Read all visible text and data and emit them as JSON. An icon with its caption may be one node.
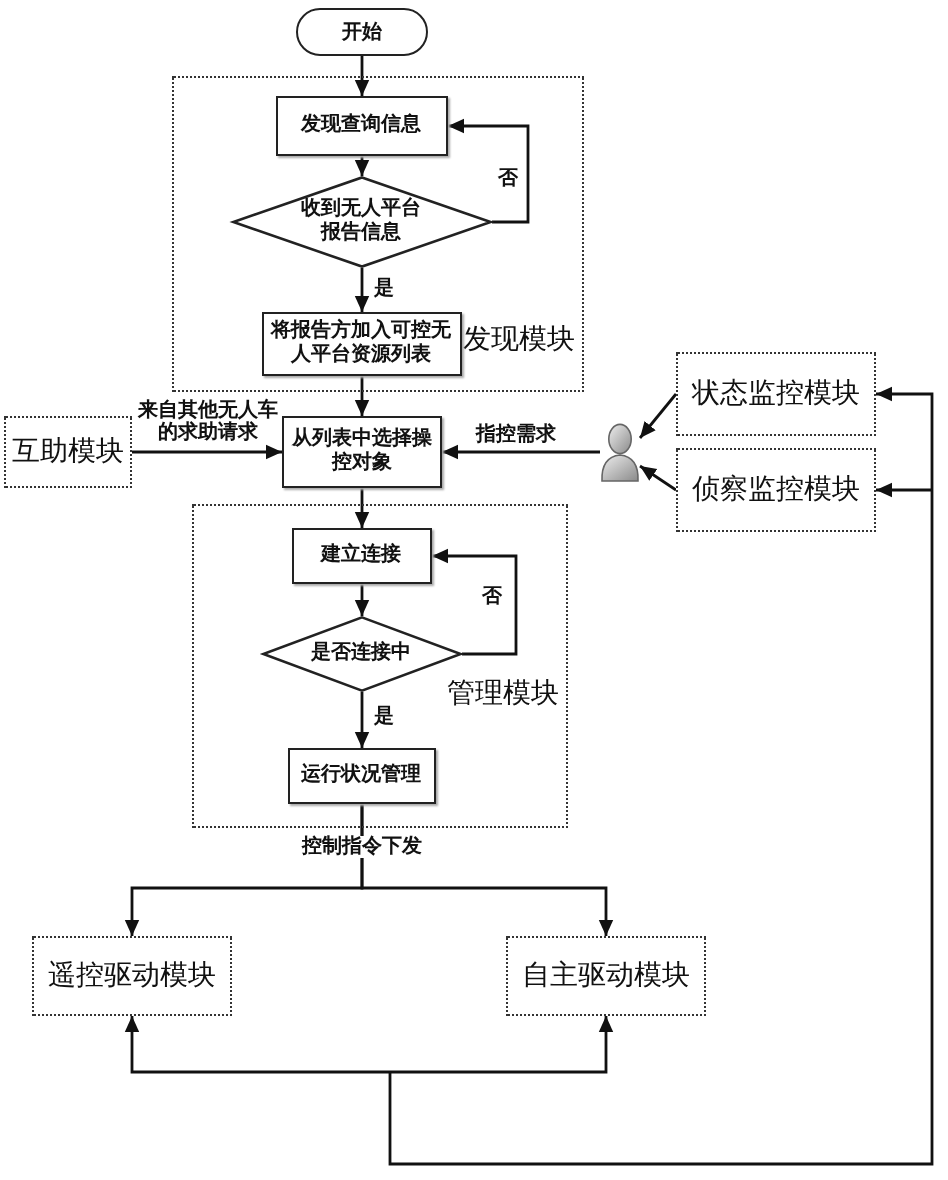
{
  "diagram": {
    "nodes": [
      {
        "text": [
          "开始"
        ]
      },
      {
        "text": [
          "发现模块"
        ]
      },
      {
        "text": [
          "发现查询信息"
        ],
        "in": 1
      },
      {
        "text": [
          "收到无人平台报告信息"
        ],
        "in": 1
      },
      {
        "text": [
          "将报告方加入可控无人平台资源列表"
        ],
        "in": 1
      },
      {
        "text": [
          "从列表中选择操控对象"
        ]
      },
      {
        "text": [
          "管理模块"
        ]
      },
      {
        "text": [
          "建立连接"
        ],
        "in": 6
      },
      {
        "text": [
          "是否连接中"
        ],
        "in": 6
      },
      {
        "text": [
          "运行状况管理"
        ],
        "in": 6
      },
      {
        "text": [
          "互助模块"
        ]
      },
      {
        "text": [],
        "shape": "person"
      },
      {
        "text": [
          "状态监控模块"
        ]
      },
      {
        "text": [
          "侦察监控模块"
        ]
      },
      {
        "text": [
          "遥控驱动模块"
        ]
      },
      {
        "text": [
          "自主驱动模块"
        ]
      }
    ],
    "edges": [
      {
        "from": 0,
        "to": 2,
        "arrow": "to"
      },
      {
        "from": 2,
        "to": 3,
        "arrow": "to"
      },
      {
        "from": 3,
        "to": 2,
        "arrow": "to",
        "label": "否"
      },
      {
        "from": 3,
        "to": 4,
        "arrow": "to",
        "label": "是"
      },
      {
        "from": 4,
        "to": 5,
        "arrow": "to"
      },
      {
        "from": 10,
        "to": 5,
        "arrow": "to",
        "label": "来自其他无人车的求助请求"
      },
      {
        "from": 11,
        "to": 5,
        "arrow": "to",
        "label": "指控需求"
      },
      {
        "from": 12,
        "to": 11,
        "arrow": "to"
      },
      {
        "from": 13,
        "to": 11,
        "arrow": "to"
      },
      {
        "from": 5,
        "to": 7,
        "arrow": "to"
      },
      {
        "from": 7,
        "to": 8,
        "arrow": "to"
      },
      {
        "from": 8,
        "to": 7,
        "arrow": "to",
        "label": "否"
      },
      {
        "from": 8,
        "to": 9,
        "arrow": "to",
        "label": "是"
      },
      {
        "from": 9,
        "to": 14,
        "arrow": "to",
        "label": "控制指令下发"
      },
      {
        "from": 9,
        "to": 15,
        "arrow": "to"
      },
      {
        "from": 14,
        "to": 12,
        "arrow": "both"
      },
      {
        "from": 14,
        "to": 13,
        "arrow": "both"
      },
      {
        "from": 15,
        "to": 12,
        "arrow": "both"
      },
      {
        "from": 15,
        "to": 13,
        "arrow": "both"
      }
    ]
  }
}
